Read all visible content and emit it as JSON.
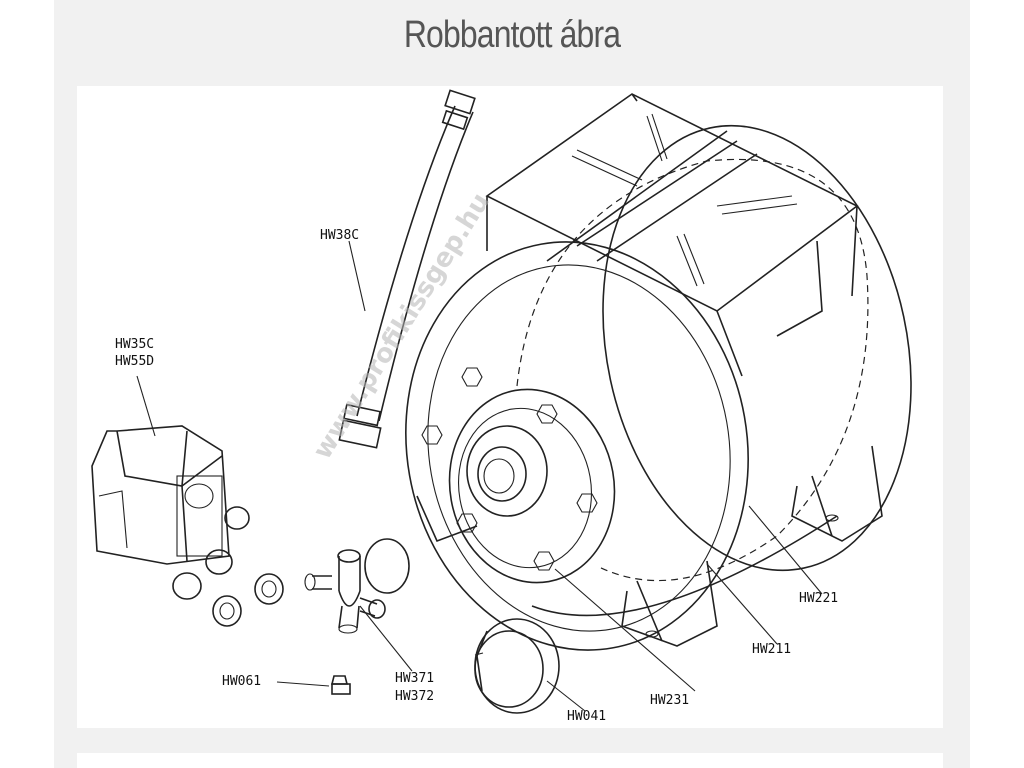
{
  "page": {
    "title": "Robbantott ábra"
  },
  "diagram": {
    "watermark": "www.profikissgep.hu",
    "labels": [
      {
        "id": "hw38c",
        "text": "HW38C"
      },
      {
        "id": "hw35c",
        "text": "HW35C"
      },
      {
        "id": "hw55d",
        "text": "HW55D"
      },
      {
        "id": "hw061",
        "text": "HW061"
      },
      {
        "id": "hw371",
        "text": "HW371"
      },
      {
        "id": "hw372",
        "text": "HW372"
      },
      {
        "id": "hw041",
        "text": "HW041"
      },
      {
        "id": "hw231",
        "text": "HW231"
      },
      {
        "id": "hw211",
        "text": "HW211"
      },
      {
        "id": "hw221",
        "text": "HW221"
      }
    ]
  }
}
